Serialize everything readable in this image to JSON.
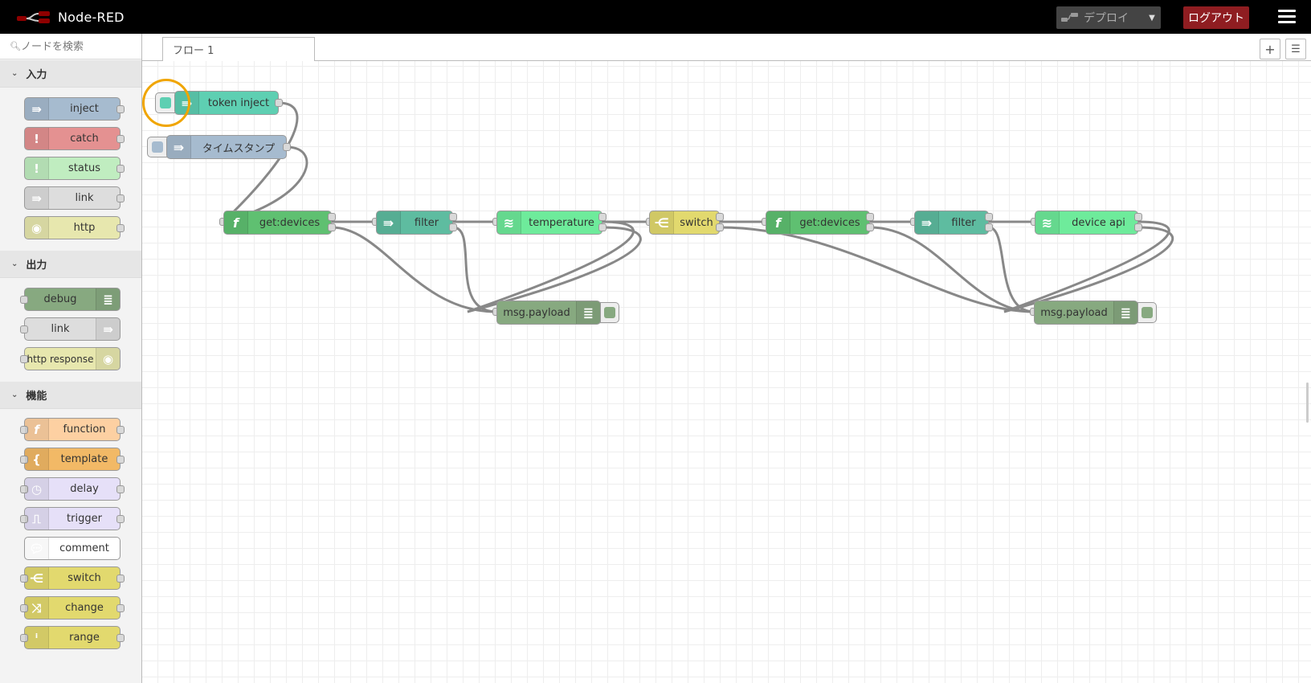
{
  "header": {
    "title": "Node-RED",
    "deploy_label": "デプロイ",
    "logout_label": "ログアウト"
  },
  "palette": {
    "search_placeholder": "ノードを検索",
    "categories": [
      {
        "label": "入力",
        "nodes": [
          "inject",
          "catch",
          "status",
          "link",
          "http"
        ]
      },
      {
        "label": "出力",
        "nodes": [
          "debug",
          "link",
          "http response"
        ]
      },
      {
        "label": "機能",
        "nodes": [
          "function",
          "template",
          "delay",
          "trigger",
          "comment",
          "switch",
          "change",
          "range"
        ]
      }
    ]
  },
  "workspace": {
    "tab_label": "フロー 1",
    "add_button": "+",
    "list_button": "☰"
  },
  "flow": {
    "nodes": [
      {
        "id": "n1",
        "label": "token inject",
        "icon": "inject-icon"
      },
      {
        "id": "n2",
        "label": "タイムスタンプ",
        "icon": "inject-icon"
      },
      {
        "id": "n3",
        "label": "get:devices",
        "icon": "function-icon"
      },
      {
        "id": "n4",
        "label": "filter",
        "icon": "filter-icon"
      },
      {
        "id": "n5",
        "label": "temperature",
        "icon": "http-request-icon"
      },
      {
        "id": "n6",
        "label": "msg.payload",
        "icon": "debug-icon"
      },
      {
        "id": "n7",
        "label": "switch",
        "icon": "switch-icon"
      },
      {
        "id": "n8",
        "label": "get:devices",
        "icon": "function-icon"
      },
      {
        "id": "n9",
        "label": "filter",
        "icon": "filter-icon"
      },
      {
        "id": "n10",
        "label": "device api",
        "icon": "http-request-icon"
      },
      {
        "id": "n11",
        "label": "msg.payload",
        "icon": "debug-icon"
      }
    ]
  },
  "colors": {
    "header_bg": "#000000",
    "logout_bg": "#8f1d21",
    "inject": "#a6bbcf",
    "inject_active": "#5ecfb2",
    "catch": "#e49191",
    "status": "#c0edc0",
    "link": "#dddddd",
    "http": "#e7e7ae",
    "debug": "#87a980",
    "function": "#fdd0a2",
    "template": "#f2b966",
    "delay": "#e6e0f8",
    "trigger": "#e6e0f8",
    "comment": "#ffffff",
    "switch": "#e2d96e",
    "change": "#e2d96e",
    "range": "#e2d96e",
    "flow_function": "#5fc071",
    "flow_filter": "#5ebca0",
    "flow_http": "#6eeb9b",
    "highlight": "#f0a500"
  }
}
